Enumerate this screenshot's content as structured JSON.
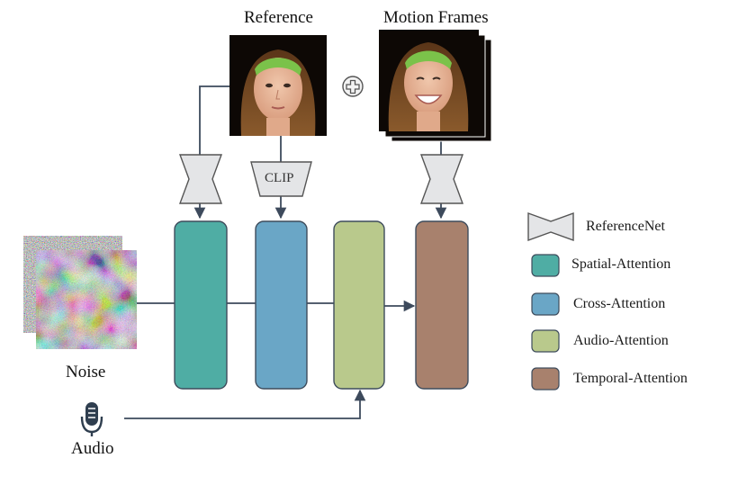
{
  "labels": {
    "reference": "Reference",
    "motion_frames": "Motion Frames",
    "clip": "CLIP",
    "noise": "Noise",
    "audio": "Audio"
  },
  "legend": [
    {
      "label": "ReferenceNet",
      "kind": "referencenet",
      "color": "#e4e5e7"
    },
    {
      "label": "Spatial-Attention",
      "kind": "block",
      "color": "#4fada4"
    },
    {
      "label": "Cross-Attention",
      "kind": "block",
      "color": "#6aa6c6"
    },
    {
      "label": "Audio-Attention",
      "kind": "block",
      "color": "#b9c98c"
    },
    {
      "label": "Temporal-Attention",
      "kind": "block",
      "color": "#a8816d"
    }
  ],
  "icons": {
    "plus": "circle-plus-icon",
    "microphone": "microphone-icon"
  }
}
